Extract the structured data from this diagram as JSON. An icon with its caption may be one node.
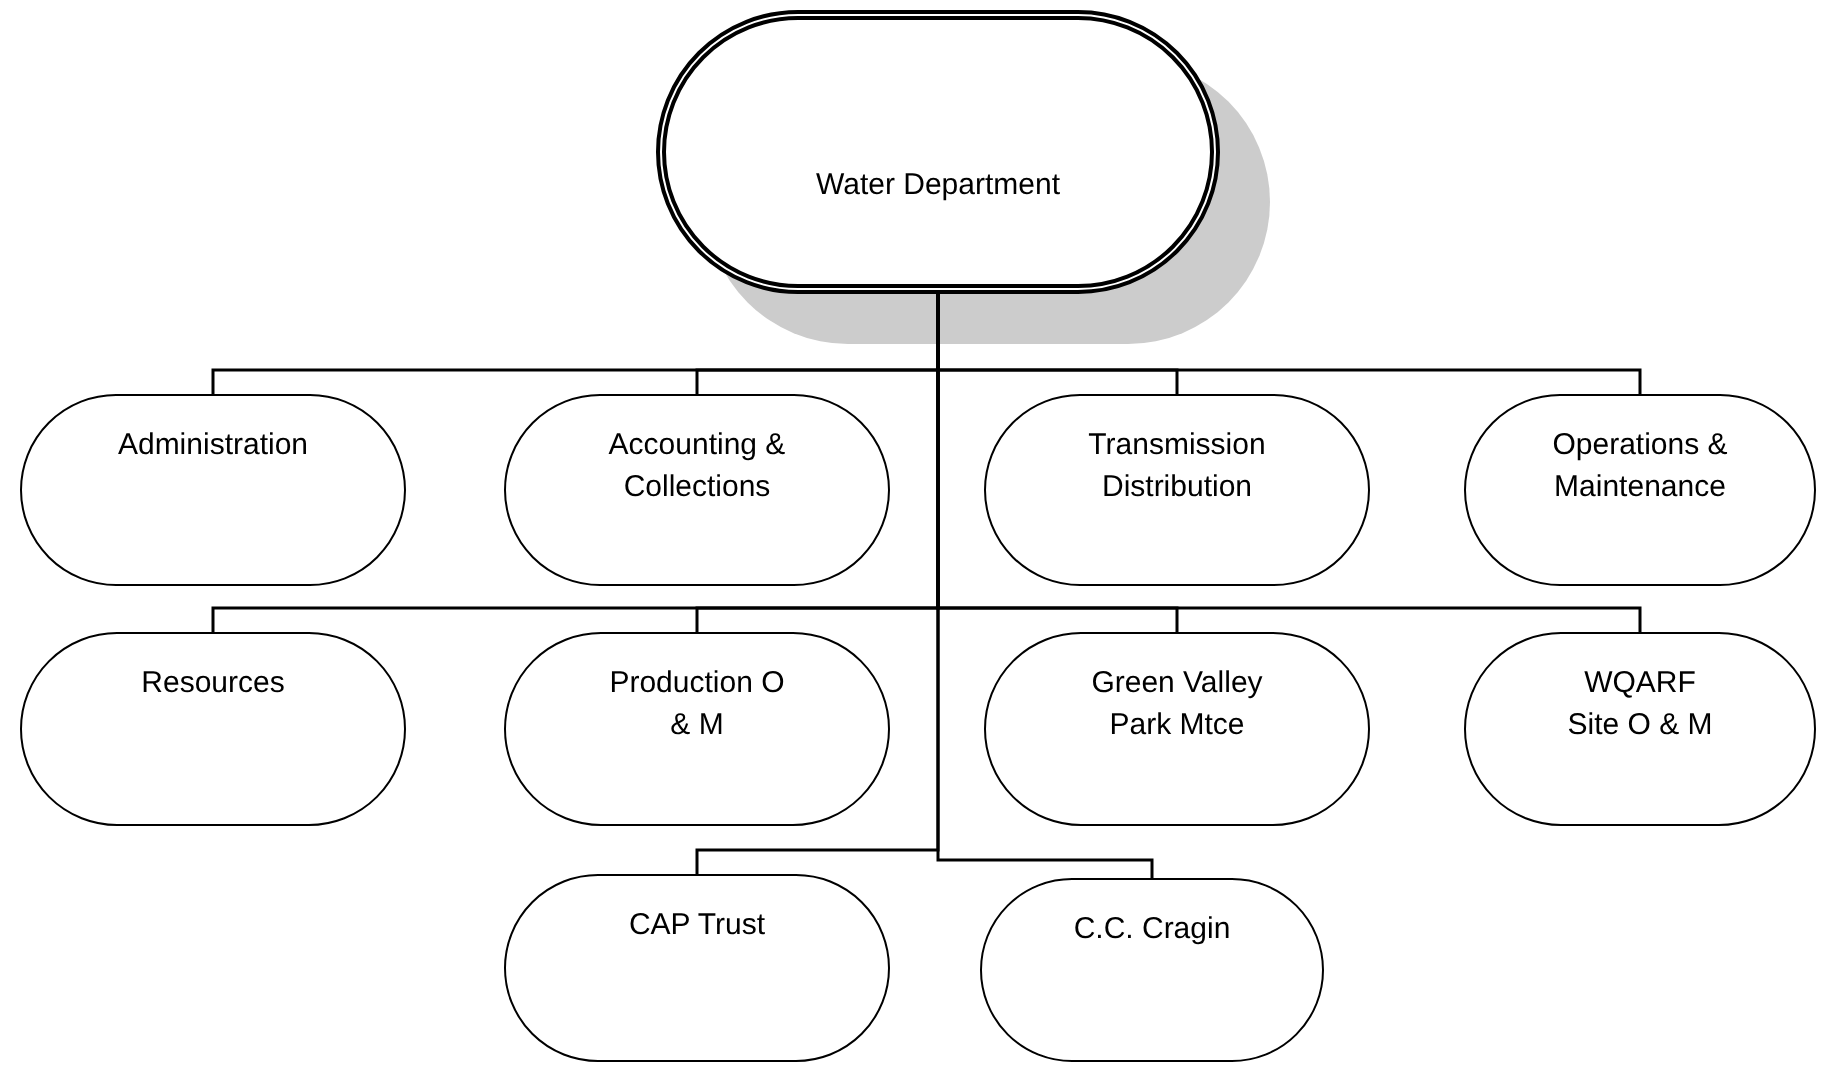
{
  "diagram": {
    "nodes": [
      {
        "text": [
          "Water Department"
        ]
      },
      {
        "text": [
          "Administration"
        ]
      },
      {
        "text": [
          "Accounting & Collections"
        ]
      },
      {
        "text": [
          "Transmission Distribution"
        ]
      },
      {
        "text": [
          "Operations & Maintenance"
        ]
      },
      {
        "text": [
          "Resources"
        ]
      },
      {
        "text": [
          "Production O & M"
        ]
      },
      {
        "text": [
          "Green Valley Park Mtce"
        ]
      },
      {
        "text": [
          "WQARF Site O & M"
        ]
      },
      {
        "text": [
          "CAP Trust"
        ]
      },
      {
        "text": [
          "C.C. Cragin"
        ]
      }
    ],
    "edges": [
      {
        "from": 0,
        "to": 1,
        "arrow": "none"
      },
      {
        "from": 0,
        "to": 2,
        "arrow": "none"
      },
      {
        "from": 0,
        "to": 3,
        "arrow": "none"
      },
      {
        "from": 0,
        "to": 4,
        "arrow": "none"
      },
      {
        "from": 0,
        "to": 5,
        "arrow": "none"
      },
      {
        "from": 0,
        "to": 6,
        "arrow": "none"
      },
      {
        "from": 0,
        "to": 7,
        "arrow": "none"
      },
      {
        "from": 0,
        "to": 8,
        "arrow": "none"
      },
      {
        "from": 0,
        "to": 9,
        "arrow": "none"
      },
      {
        "from": 0,
        "to": 10,
        "arrow": "none"
      }
    ]
  }
}
